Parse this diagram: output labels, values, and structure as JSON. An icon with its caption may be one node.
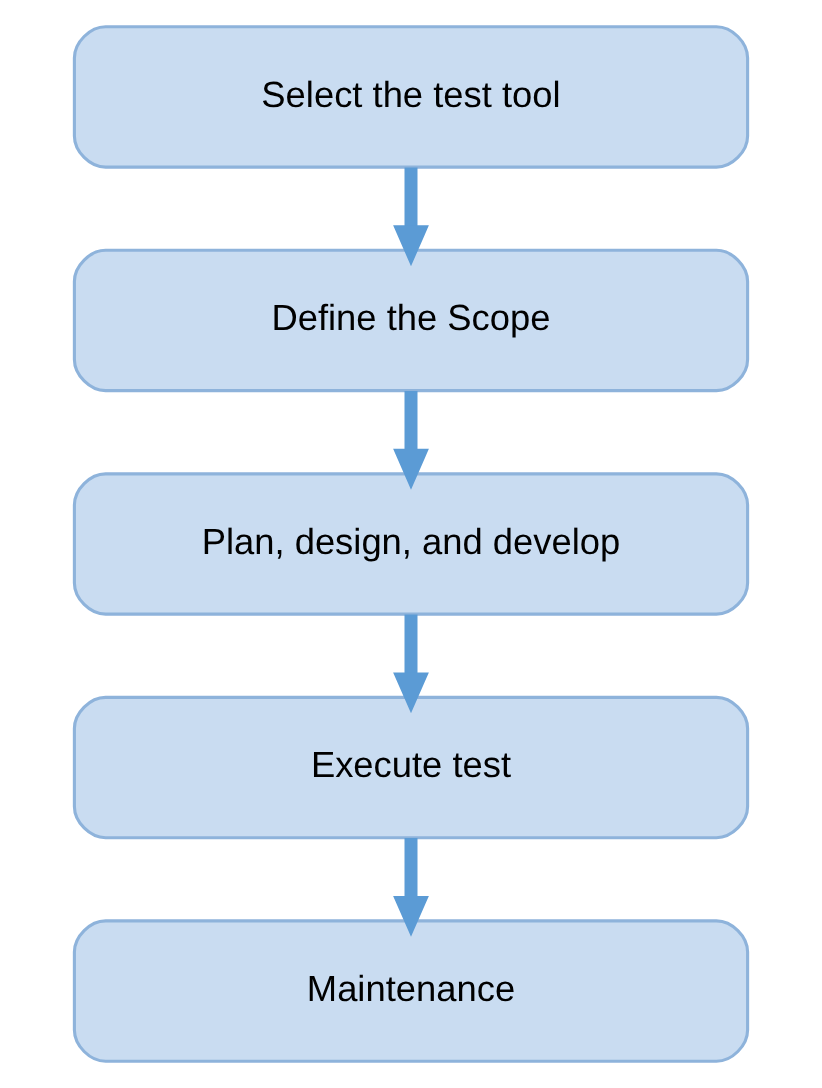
{
  "diagram": {
    "nodes": [
      {
        "text": [
          "Select the test tool"
        ]
      },
      {
        "text": [
          "Define the Scope"
        ]
      },
      {
        "text": [
          "Plan, design, and develop"
        ]
      },
      {
        "text": [
          "Execute test"
        ]
      },
      {
        "text": [
          "Maintenance"
        ]
      }
    ],
    "edges": [
      {
        "from": 0,
        "to": 1,
        "arrow": "to"
      },
      {
        "from": 1,
        "to": 2,
        "arrow": "to"
      },
      {
        "from": 2,
        "to": 3,
        "arrow": "to"
      },
      {
        "from": 3,
        "to": 4,
        "arrow": "to"
      }
    ]
  }
}
